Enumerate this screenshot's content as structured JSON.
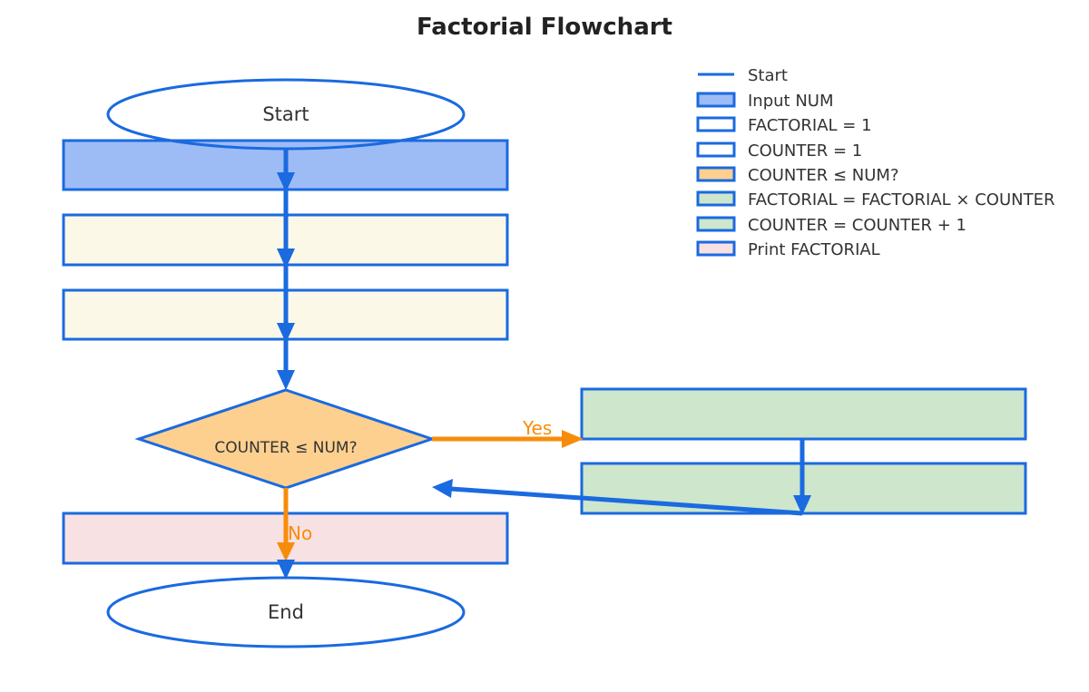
{
  "title": "Factorial Flowchart",
  "colors": {
    "stroke_blue": "#1a6ae0",
    "flow_blue": "#1a6ae0",
    "flow_orange": "#f78c0c",
    "input_fill": "#9dbcf5",
    "init_fill": "#fcf8e8",
    "decision_fill": "#fdd08f",
    "process_fill": "#cde6cc",
    "output_fill": "#f8e1e2",
    "terminal_fill": "#ffffff",
    "title_text": "#222222",
    "label_text": "#333333"
  },
  "nodes": {
    "start": {
      "label": "Start",
      "shape": "ellipse"
    },
    "input_num": {
      "label": "",
      "shape": "rectangle"
    },
    "init_factorial": {
      "label": "",
      "shape": "rectangle"
    },
    "init_counter": {
      "label": "",
      "shape": "rectangle"
    },
    "decision": {
      "label": "COUNTER ≤ NUM?",
      "shape": "diamond"
    },
    "multiply": {
      "label": "",
      "shape": "rectangle"
    },
    "increment": {
      "label": "",
      "shape": "rectangle"
    },
    "print": {
      "label": "",
      "shape": "rectangle"
    },
    "end": {
      "label": "End",
      "shape": "ellipse"
    }
  },
  "edges": {
    "yes_label": "Yes",
    "no_label": "No"
  },
  "legend": {
    "items": [
      {
        "label": "Start",
        "type": "line",
        "fill": "#1a6ae0"
      },
      {
        "label": "Input NUM",
        "type": "box",
        "fill": "#9dbcf5"
      },
      {
        "label": "FACTORIAL = 1",
        "type": "box",
        "fill": "#ffffff"
      },
      {
        "label": "COUNTER = 1",
        "type": "box",
        "fill": "#ffffff"
      },
      {
        "label": "COUNTER ≤ NUM?",
        "type": "box",
        "fill": "#fdd08f"
      },
      {
        "label": "FACTORIAL = FACTORIAL × COUNTER",
        "type": "box",
        "fill": "#cde6cc"
      },
      {
        "label": "COUNTER = COUNTER + 1",
        "type": "box",
        "fill": "#cde6cc"
      },
      {
        "label": "Print FACTORIAL",
        "type": "box",
        "fill": "#f8e1e2"
      }
    ]
  }
}
